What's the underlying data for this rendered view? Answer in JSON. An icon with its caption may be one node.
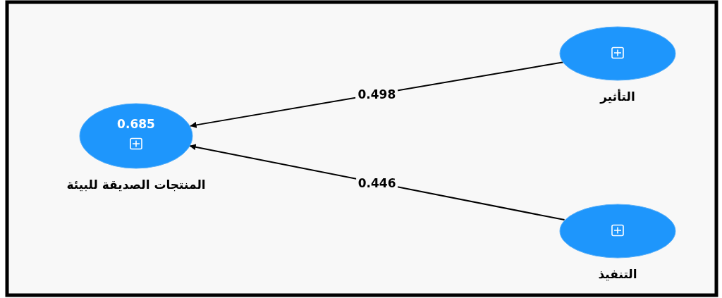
{
  "diagram": {
    "nodes": [
      {
        "text": [
          "0.685",
          "المنتجات الصديقة للبيئة"
        ]
      },
      {
        "text": [
          "التأثير"
        ]
      },
      {
        "text": [
          "التنفيذ"
        ]
      }
    ],
    "edges": [
      {
        "from": 1,
        "to": 0,
        "arrow": "to",
        "label": "0.498"
      },
      {
        "from": 2,
        "to": 0,
        "arrow": "to",
        "label": "0.446"
      }
    ]
  }
}
